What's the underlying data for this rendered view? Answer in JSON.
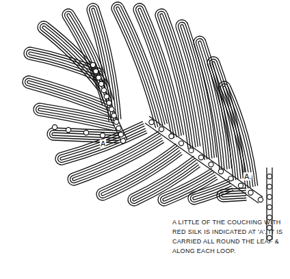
{
  "diagram": {
    "labels": [
      "A",
      "A.",
      "A LITTLE OF THE COUCHING WITH RED SILK IS INDICATED AT 'A'. IT IS CARRIED ALL ROUND THE LEAF & ALONG EACH LOOP."
    ]
  }
}
